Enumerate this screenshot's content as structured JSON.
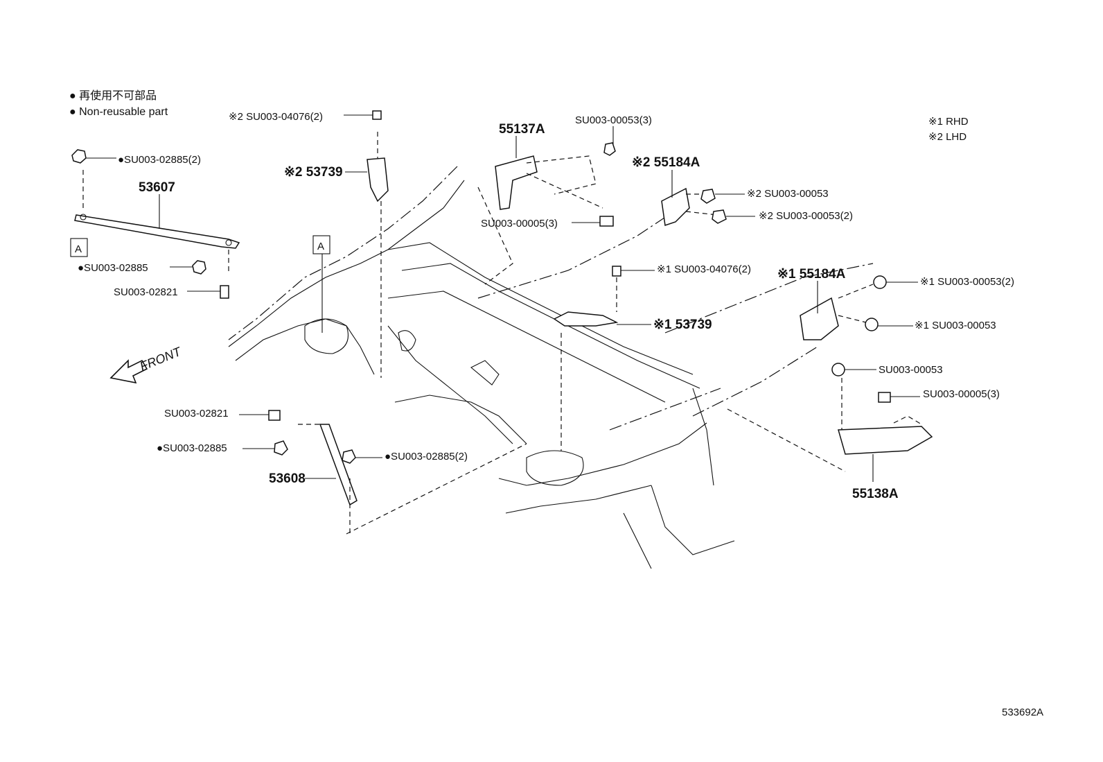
{
  "legend": {
    "line1": "● 再使用不可部品",
    "line2": "● Non-reusable part"
  },
  "notes": {
    "rhd": "※1 RHD",
    "lhd": "※2 LHD"
  },
  "front_label": "FRONT",
  "ref_a": "A",
  "diagram_code": "533692A",
  "callouts": {
    "su04076_lhd": "※2 SU003-04076(2)",
    "p53739_lhd": "※2 53739",
    "su02885_2_top": "●SU003-02885(2)",
    "p53607": "53607",
    "su02885_left": "●SU003-02885",
    "su02821_left": "SU003-02821",
    "p55137a": "55137A",
    "su00053_3": "SU003-00053(3)",
    "su00005_3_top": "SU003-00005(3)",
    "p55184a_lhd": "※2 55184A",
    "su00053_lhd": "※2 SU003-00053",
    "su00053_2_lhd": "※2 SU003-00053(2)",
    "su04076_rhd": "※1 SU003-04076(2)",
    "p53739_rhd": "※1 53739",
    "p55184a_rhd": "※1 55184A",
    "su00053_2_rhd": "※1 SU003-00053(2)",
    "su00053_rhd": "※1 SU003-00053",
    "su00053_plain": "SU003-00053",
    "su00005_3_right": "SU003-00005(3)",
    "p55138a": "55138A",
    "su02821_low": "SU003-02821",
    "su02885_low": "●SU003-02885",
    "su02885_2_low": "●SU003-02885(2)",
    "p53608": "53608"
  }
}
